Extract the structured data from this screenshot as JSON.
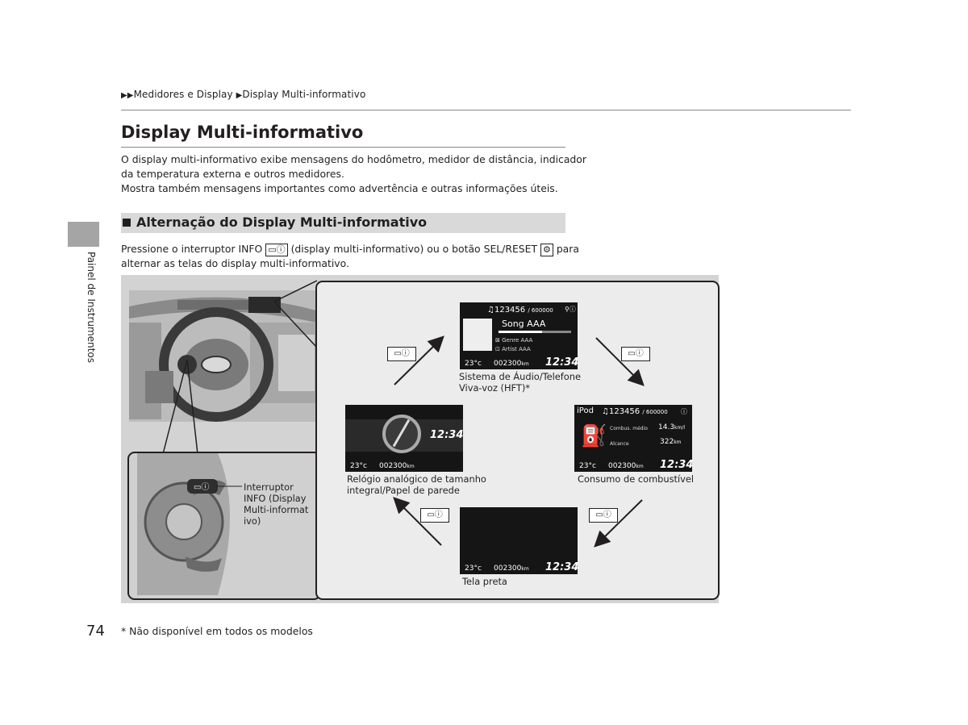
{
  "breadcrumb": {
    "marker": "▶▶",
    "item1": "Medidores e Display",
    "sep": "▶",
    "item2": "Display Multi-informativo"
  },
  "title": "Display Multi-informativo",
  "intro": [
    "O display multi-informativo exibe mensagens do hodômetro, medidor de distância, indicador",
    "da temperatura externa e outros medidores.",
    "Mostra também mensagens importantes como advertência e outras informações úteis."
  ],
  "section": {
    "title": "Alternação do Display Multi-informativo"
  },
  "body": {
    "line1_a": "Pressione o interruptor INFO ",
    "line1_b": " (display multi-informativo) ou o botão SEL/RESET ",
    "line1_c": " para",
    "line2": "alternar as telas do display multi-informativo."
  },
  "side_label": "Painel de Instrumentos",
  "page_number": "74",
  "footnote": "* Não disponível em todos os modelos",
  "figure": {
    "callout": [
      "Interruptor",
      "INFO (Display",
      "Multi-informat",
      "ivo)"
    ],
    "audio": {
      "counter": "123456",
      "counter_max": "/ 600000",
      "song": "Song AAA",
      "genre": "Genre AAA",
      "artist": "Artist AAA",
      "temp": "23°c",
      "odo": "002300",
      "odo_unit": "km",
      "clock": "12:34",
      "caption": [
        "Sistema de Áudio/Telefone",
        "Viva-voz (HFT)*"
      ]
    },
    "fuel": {
      "source": "iPod",
      "counter": "123456",
      "counter_max": "/ 600000",
      "avg_label": "Combus. médio",
      "avg_value": "14.3",
      "avg_unit": "km/l",
      "range_label": "Alcance",
      "range_value": "322",
      "range_unit": "km",
      "temp": "23°c",
      "odo": "002300",
      "odo_unit": "km",
      "clock": "12:34",
      "caption": [
        "Consumo de combustível"
      ]
    },
    "clock_screen": {
      "clock": "12:34",
      "temp": "23°c",
      "odo": "002300",
      "odo_unit": "km",
      "caption": [
        "Relógio analógico de tamanho",
        "integral/Papel de parede"
      ]
    },
    "black": {
      "temp": "23°c",
      "odo": "002300",
      "odo_unit": "km",
      "clock": "12:34",
      "caption": [
        "Tela preta"
      ]
    }
  }
}
